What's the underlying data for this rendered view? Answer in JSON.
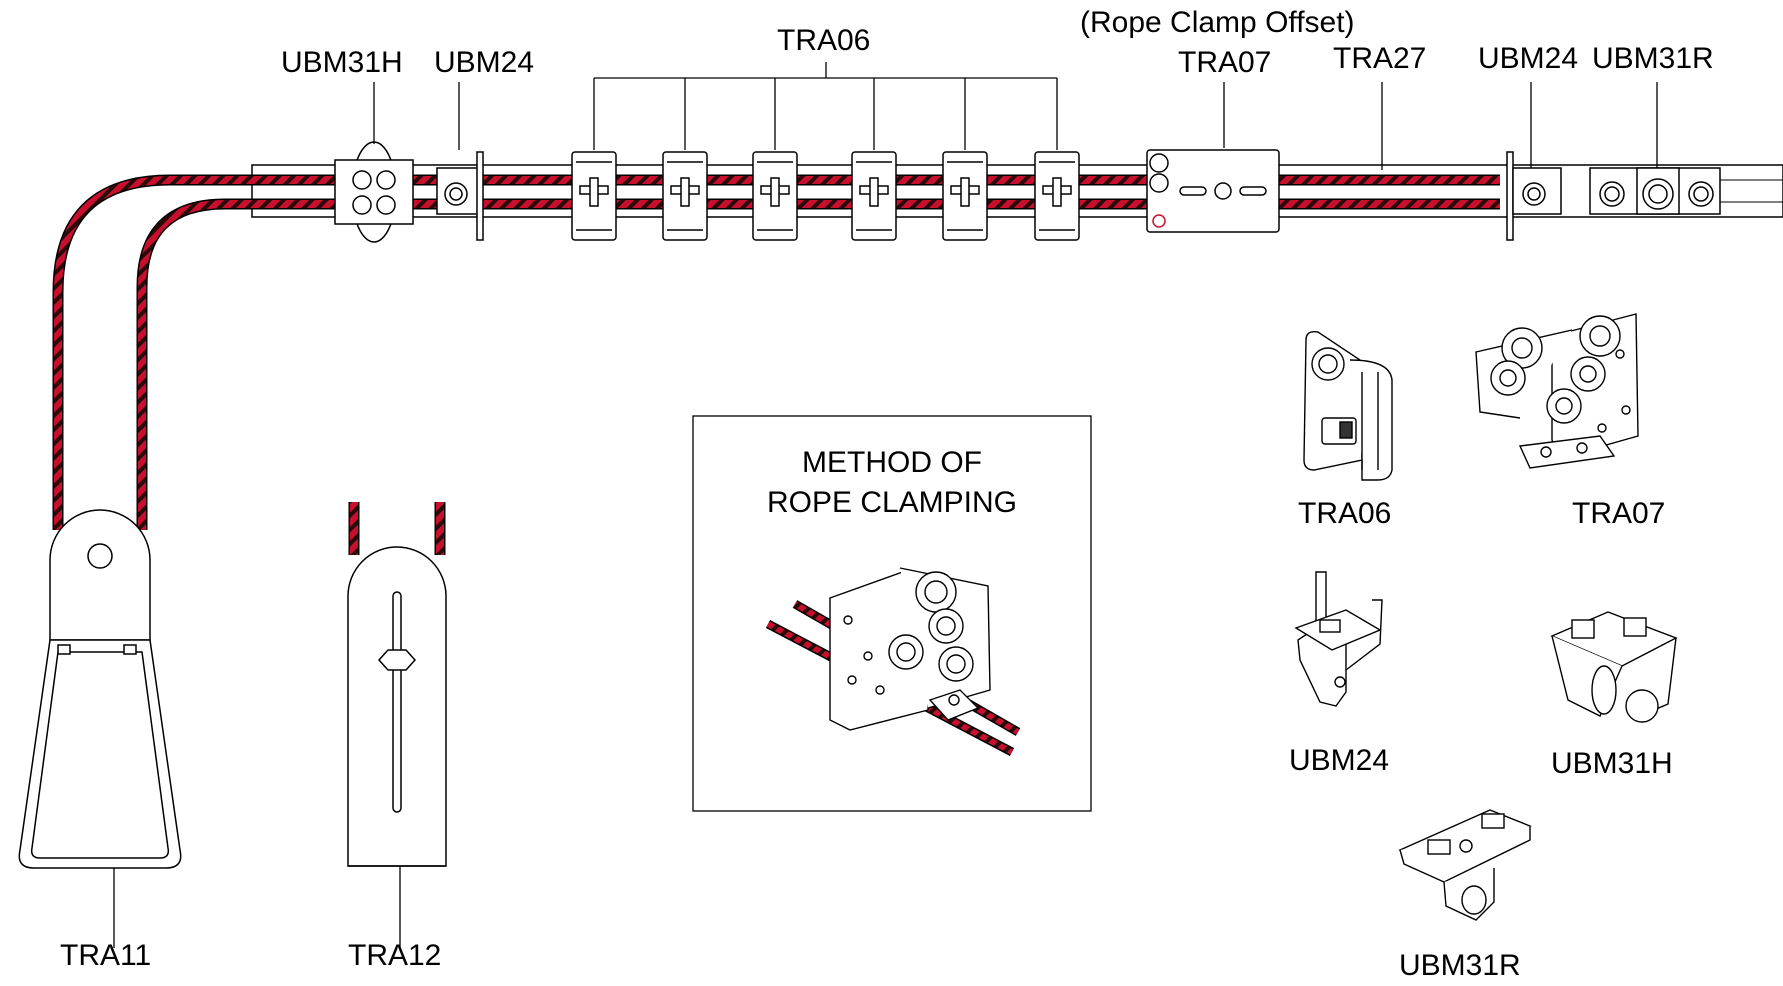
{
  "labels": {
    "ubm31h_top": "UBM31H",
    "ubm24_top_left": "UBM24",
    "tra06_top": "TRA06",
    "rope_clamp_note": "(Rope Clamp Offset)",
    "tra07_top": "TRA07",
    "tra27_top": "TRA27",
    "ubm24_top_right": "UBM24",
    "ubm31r_top": "UBM31R",
    "tra11": "TRA11",
    "tra12": "TRA12"
  },
  "inset": {
    "title_line1": "METHOD OF",
    "title_line2": "ROPE CLAMPING"
  },
  "parts": {
    "tra06": "TRA06",
    "tra07": "TRA07",
    "ubm24": "UBM24",
    "ubm31h": "UBM31H",
    "ubm31r": "UBM31R"
  },
  "colors": {
    "rope": "#c8102e",
    "line": "#000000"
  }
}
